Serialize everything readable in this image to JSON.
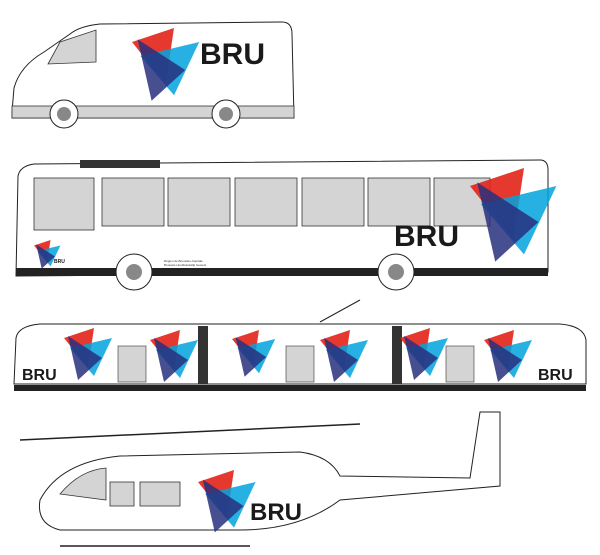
{
  "brand": {
    "wordmark": "BRU",
    "region_text_fr": "Région de Bruxelles-Capitale",
    "region_text_nl": "Brussels Hoofdstedelijk Gewest"
  },
  "colors": {
    "red": "#e2231a",
    "blue": "#28307e",
    "cyan": "#00a3dd"
  },
  "vehicles": [
    {
      "type": "van",
      "label": "BRU"
    },
    {
      "type": "bus",
      "label": "BRU",
      "small_label": "BRU"
    },
    {
      "type": "tram",
      "label_front": "BRU",
      "label_rear": "BRU"
    },
    {
      "type": "helicopter",
      "label": "BRU"
    }
  ]
}
